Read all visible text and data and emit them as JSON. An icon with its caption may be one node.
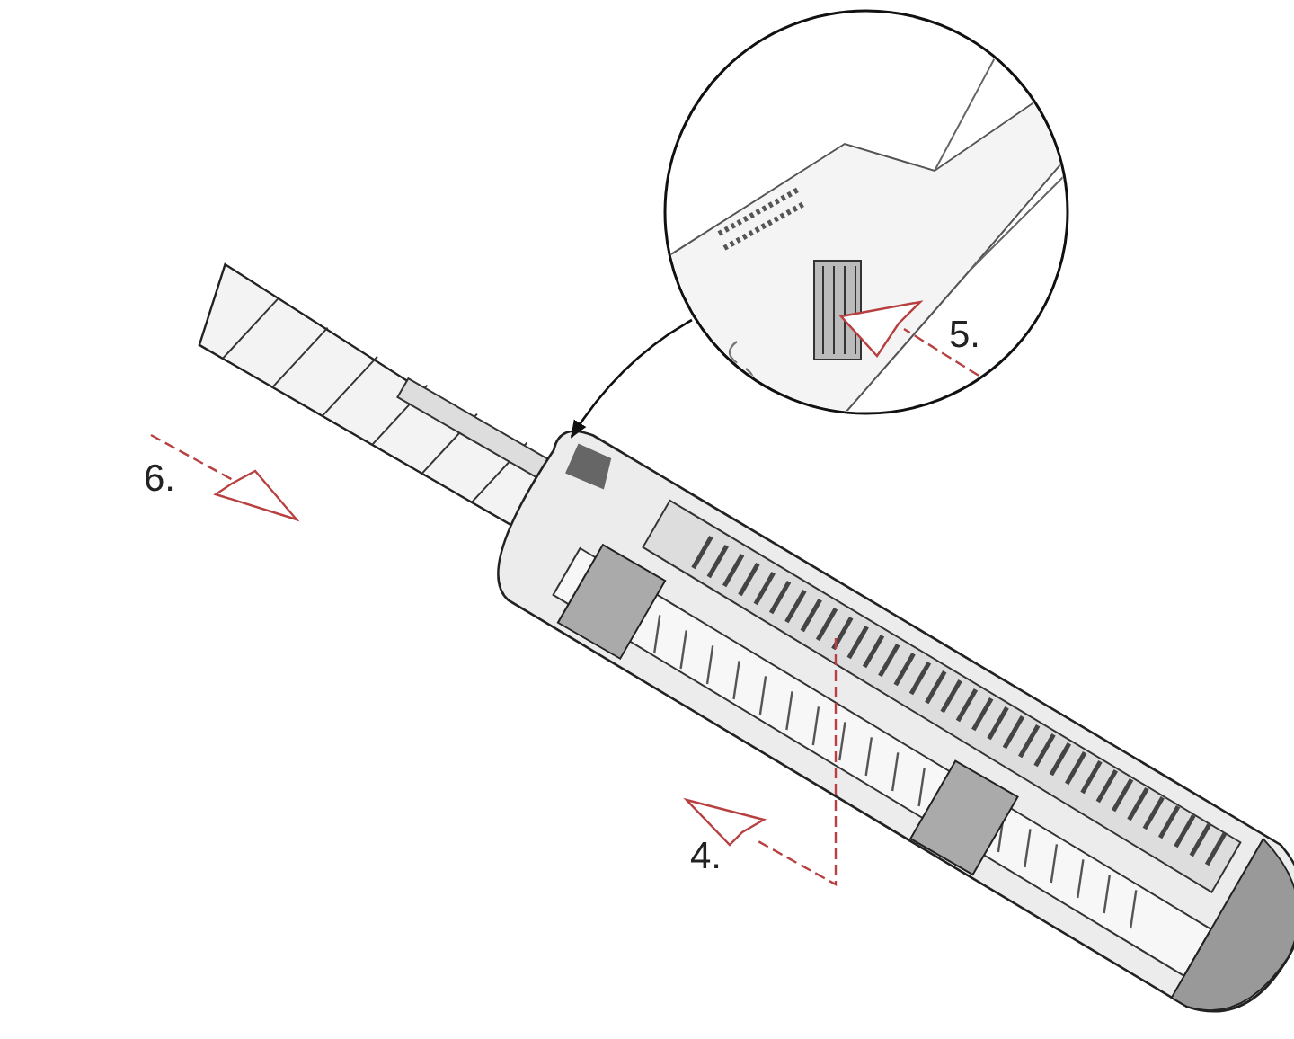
{
  "diagram": {
    "nodes": [
      {
        "text": [],
        "shape": "circle"
      },
      {
        "text": [],
        "shape": "picture"
      }
    ],
    "edges": [
      {
        "from": 0,
        "to": 1,
        "arrow": "to"
      }
    ],
    "labels": [
      "5.",
      "6.",
      "4."
    ]
  }
}
